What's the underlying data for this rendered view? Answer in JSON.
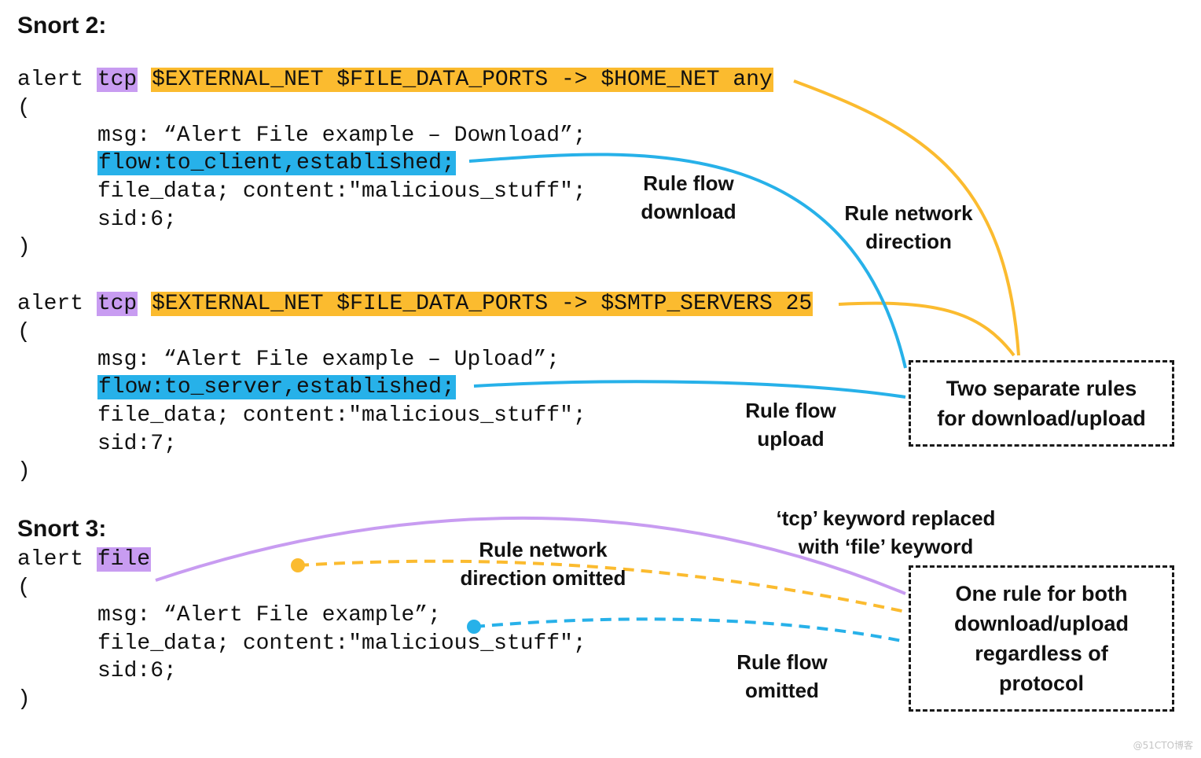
{
  "headings": {
    "snort2": "Snort 2:",
    "snort3": "Snort 3:"
  },
  "rule1": {
    "alert": "alert ",
    "proto": "tcp",
    "header": "$EXTERNAL_NET $FILE_DATA_PORTS -> $HOME_NET any",
    "open": "(",
    "msg": "msg: “Alert File example – Download”;",
    "flow": "flow:to_client,established;",
    "file_data": "file_data; content:\"malicious_stuff\";",
    "sid": "sid:6;",
    "close": ")"
  },
  "rule2": {
    "alert": "alert ",
    "proto": "tcp",
    "header": "$EXTERNAL_NET $FILE_DATA_PORTS -> $SMTP_SERVERS 25",
    "open": "(",
    "msg": "msg: “Alert File example – Upload”;",
    "flow": "flow:to_server,established;",
    "file_data": "file_data; content:\"malicious_stuff\";",
    "sid": "sid:7;",
    "close": ")"
  },
  "rule3": {
    "alert": "alert ",
    "proto": "file",
    "open": "(",
    "msg": "msg: “Alert File example”;",
    "file_data": "file_data; content:\"malicious_stuff\";",
    "sid": "sid:6;",
    "close": ")"
  },
  "annotations": {
    "rule_flow_download": [
      "Rule flow",
      "download"
    ],
    "rule_network_direction": [
      "Rule network",
      "direction"
    ],
    "rule_flow_upload": [
      "Rule flow",
      "upload"
    ],
    "two_separate_rules": [
      "Two separate rules",
      "for download/upload"
    ],
    "tcp_keyword_replaced": [
      "‘tcp’ keyword replaced",
      "with ‘file’ keyword"
    ],
    "rule_network_direction_omitted": [
      "Rule network",
      "direction omitted"
    ],
    "rule_flow_omitted": [
      "Rule flow",
      "omitted"
    ],
    "one_rule_for_both": [
      "One rule for both",
      "download/upload",
      "regardless of",
      "protocol"
    ]
  },
  "colors": {
    "purple": "#c89cf1",
    "orange": "#fbbb2f",
    "blue": "#27b1e9",
    "text": "#111111"
  },
  "watermark": "@51CTO博客"
}
